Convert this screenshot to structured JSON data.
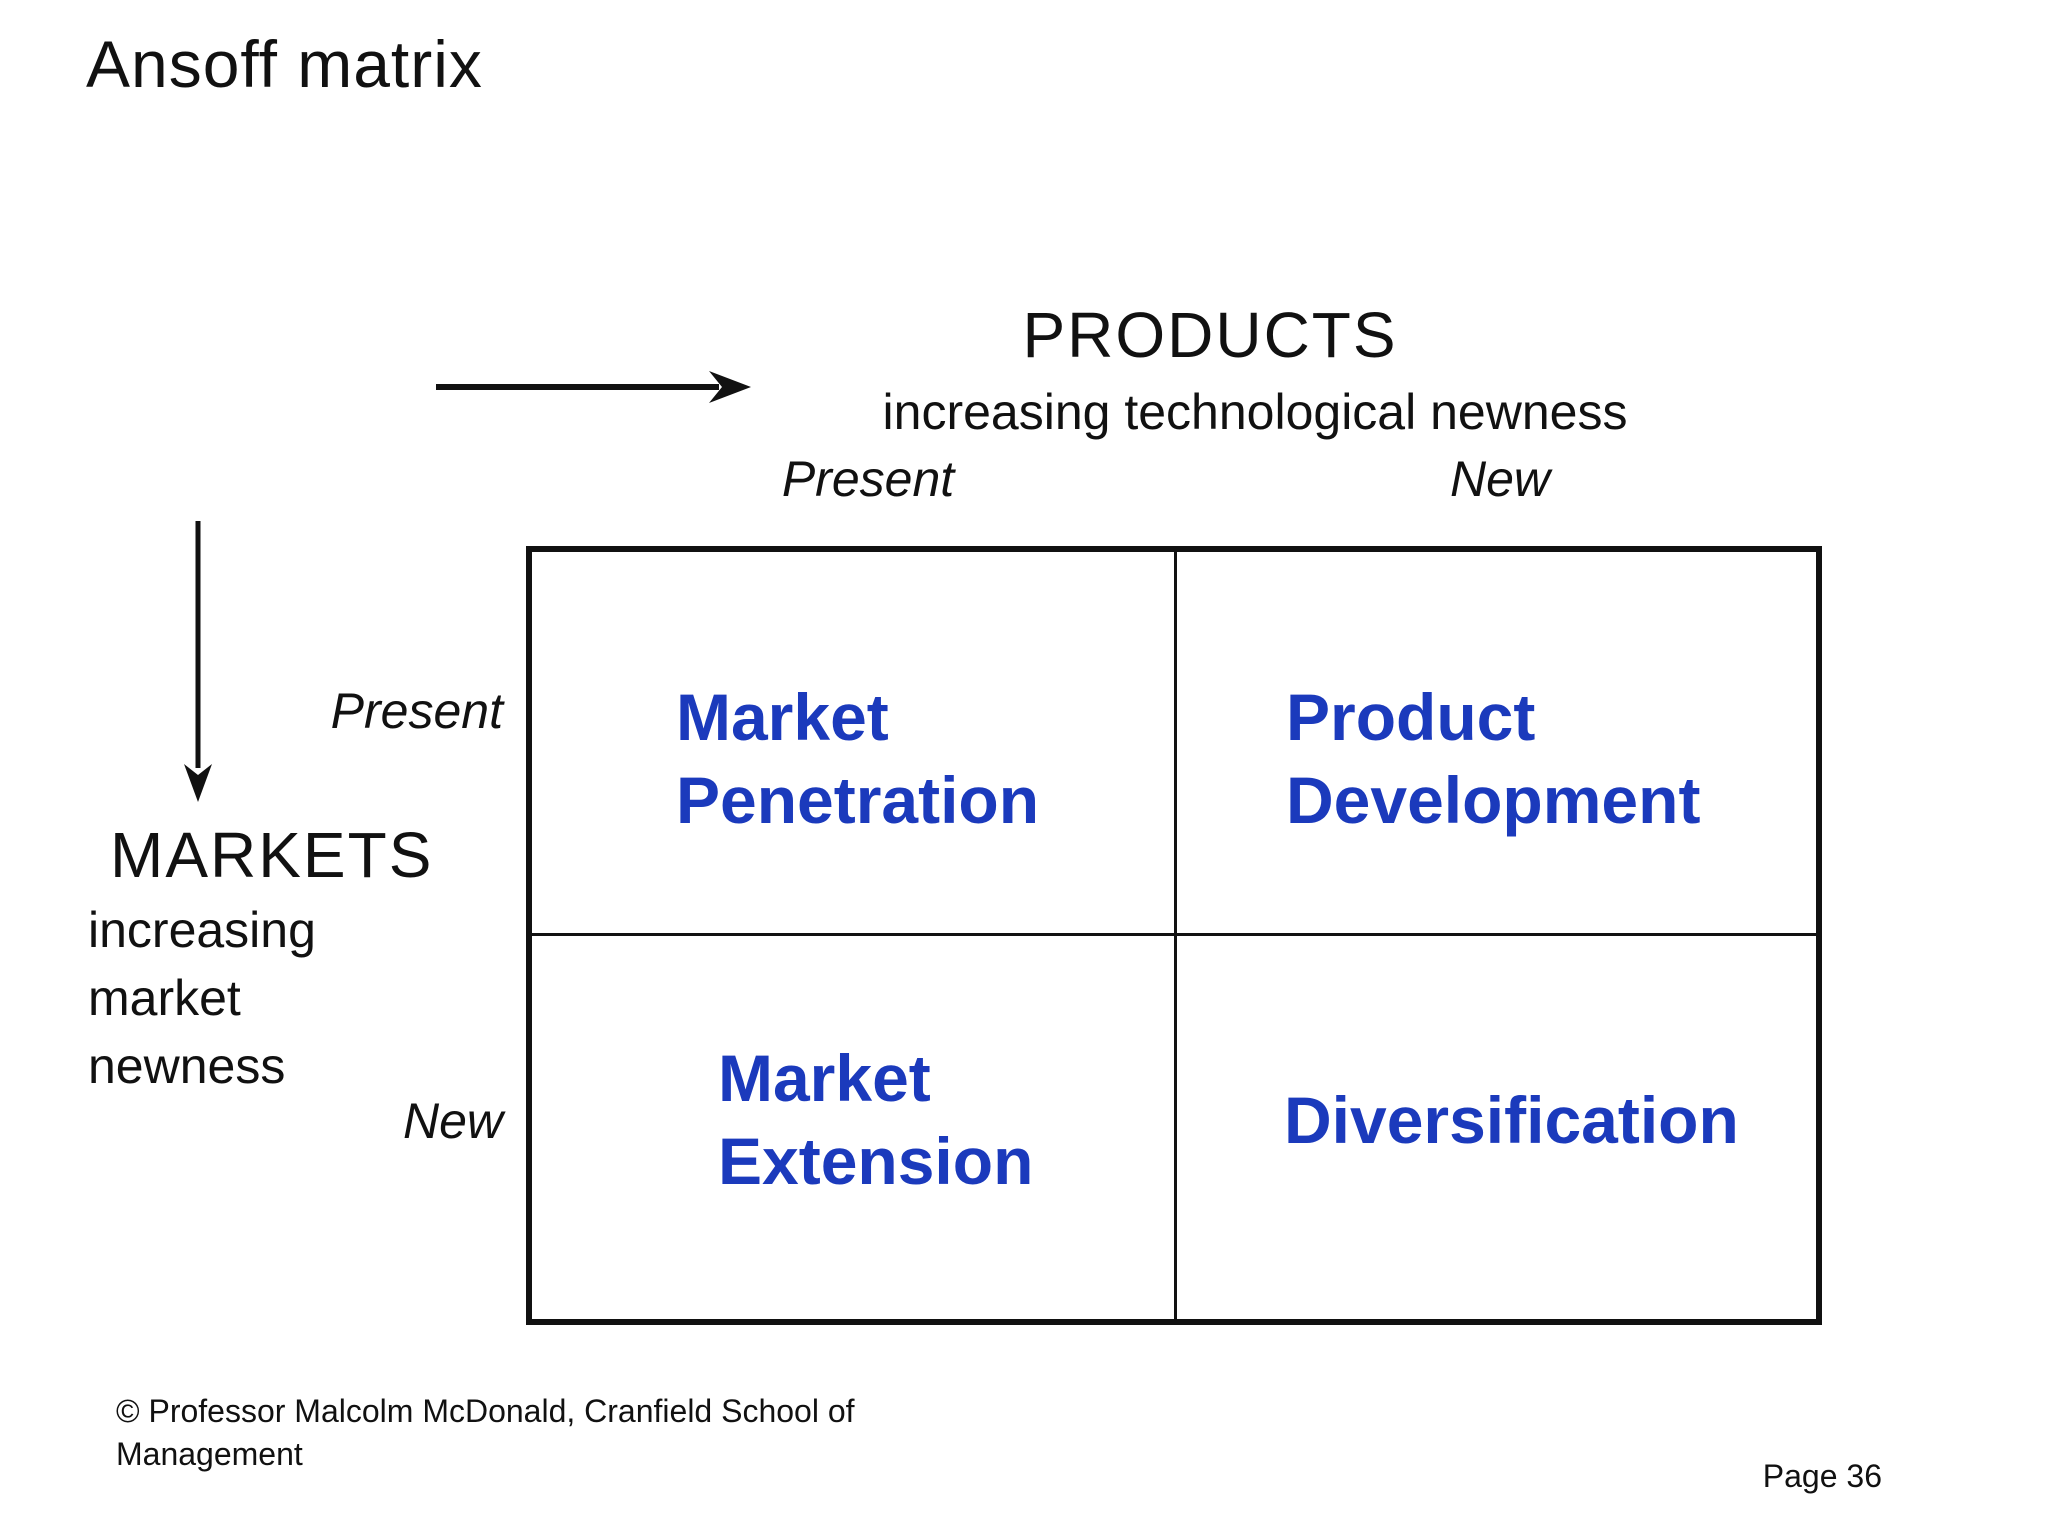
{
  "slide": {
    "title": "Ansoff matrix",
    "footer": "© Professor Malcolm McDonald, Cranfield School of\nManagement",
    "page_label": "Page 36"
  },
  "products_axis": {
    "heading": "PRODUCTS",
    "subtitle": "increasing technological newness",
    "present_label": "Present",
    "new_label": "New"
  },
  "markets_axis": {
    "heading": "MARKETS",
    "subtitle": "increasing\nmarket\nnewness",
    "present_label": "Present",
    "new_label": "New"
  },
  "matrix": {
    "quadrants": [
      {
        "id": "market-penetration",
        "row": "Present",
        "col": "Present",
        "label": "Market\nPenetration"
      },
      {
        "id": "product-development",
        "row": "Present",
        "col": "New",
        "label": "Product\nDevelopment"
      },
      {
        "id": "market-extension",
        "row": "New",
        "col": "Present",
        "label": "Market\nExtension"
      },
      {
        "id": "diversification",
        "row": "New",
        "col": "New",
        "label": "Diversification"
      }
    ]
  },
  "colors": {
    "quadrant_text": "#1b3abc",
    "text": "#111111",
    "line": "#111111",
    "background": "#ffffff"
  }
}
